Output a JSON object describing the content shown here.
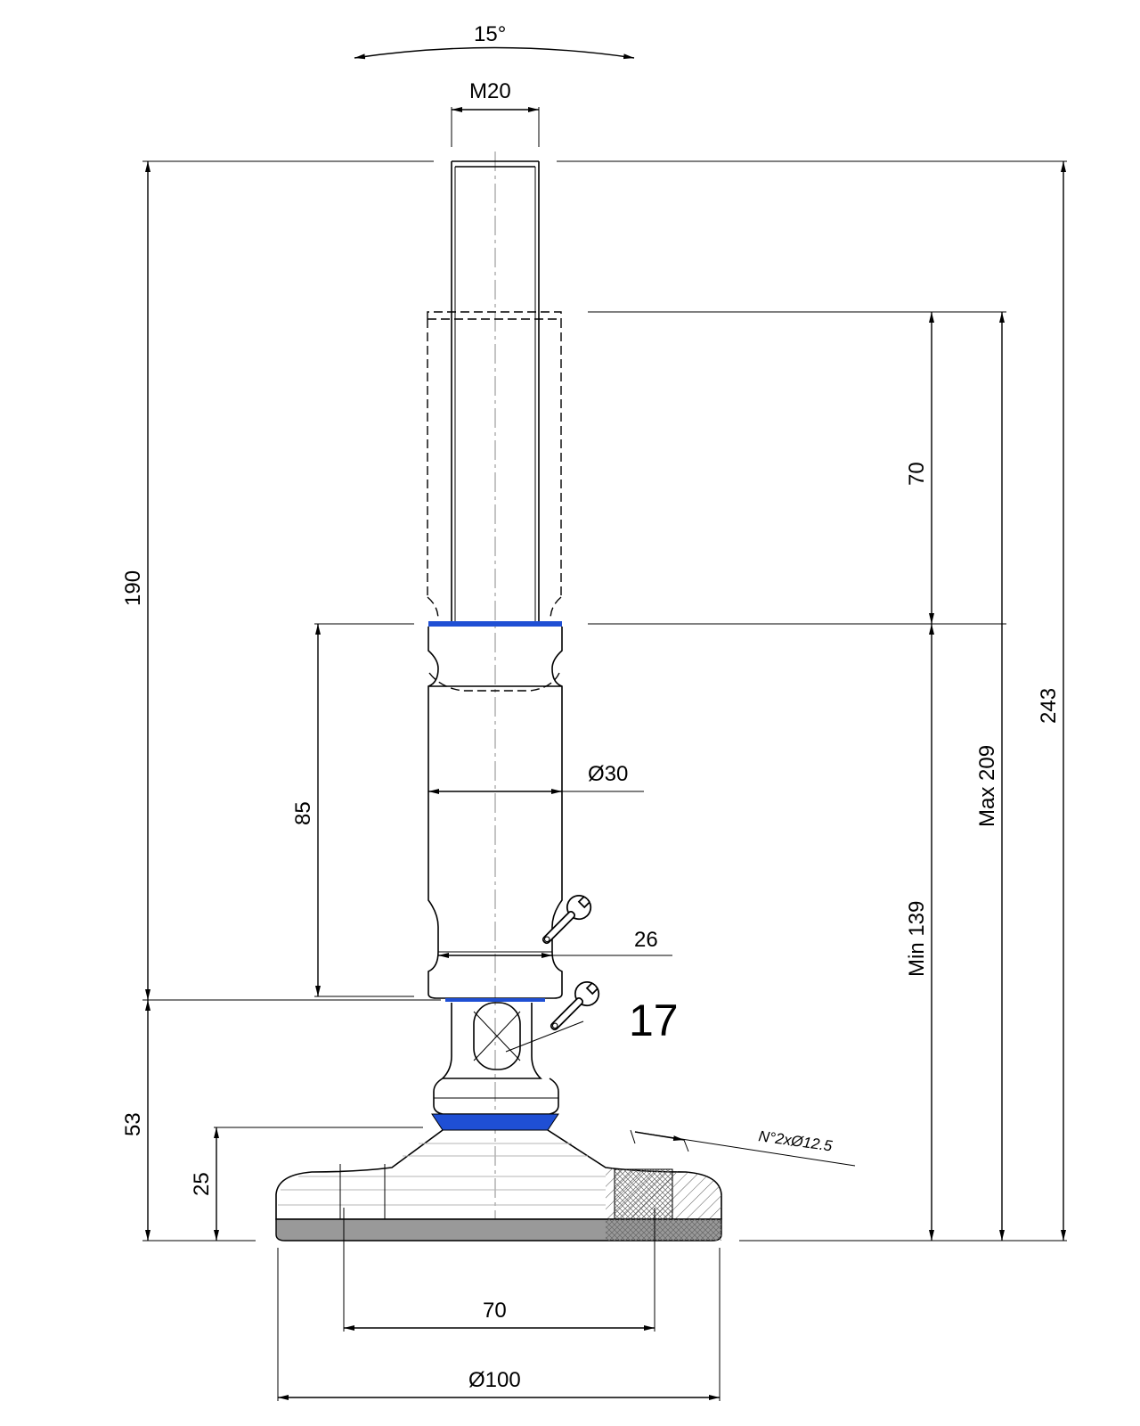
{
  "dimensions": {
    "swivel_angle": "15°",
    "thread": "M20",
    "total_height": "190",
    "overall_height": "243",
    "thread_length": "70",
    "max_height": "Max 209",
    "min_height": "Min 139",
    "body_height": "85",
    "body_diameter": "Ø30",
    "wrench_size_body": "26",
    "wrench_size_nut": "17",
    "joint_height": "53",
    "base_height": "25",
    "holes": "N°2xØ12.5",
    "hole_spacing": "70",
    "base_diameter": "Ø100"
  },
  "colors": {
    "line": "#000000",
    "seal": "#1f4fd4",
    "pad": "#999999"
  },
  "icons": [
    "wrench-icon"
  ]
}
